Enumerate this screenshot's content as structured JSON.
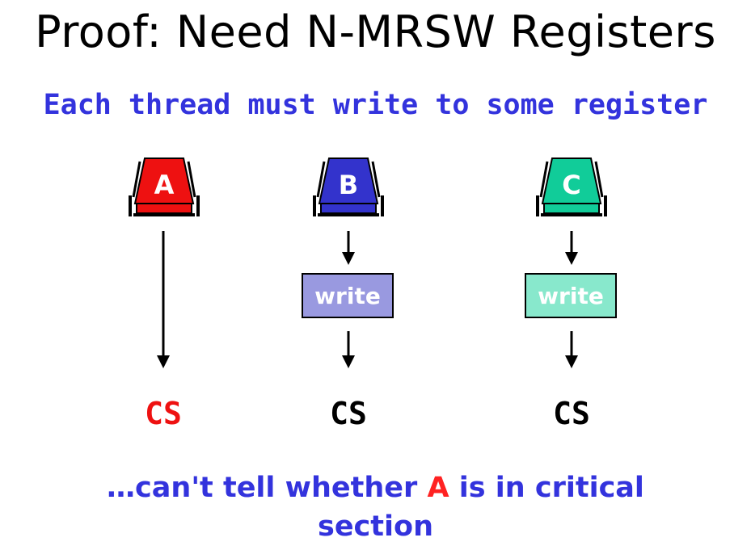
{
  "title": "Proof: Need N-MRSW Registers",
  "subtitle": "Each thread must write to some register",
  "threads": [
    {
      "label": "A",
      "color": "#ee1111",
      "has_write": false,
      "write_label": "",
      "cs_label": "CS",
      "cs_color": "#ee1111"
    },
    {
      "label": "B",
      "color": "#3333cc",
      "has_write": true,
      "write_label": "write",
      "write_fill": "#9999e0",
      "cs_label": "CS",
      "cs_color": "#000000"
    },
    {
      "label": "C",
      "color": "#11cc99",
      "has_write": true,
      "write_label": "write",
      "write_fill": "#88e8cc",
      "cs_label": "CS",
      "cs_color": "#000000"
    }
  ],
  "footer": {
    "before": "…can't tell whether ",
    "highlight": "A",
    "after": " is in critical",
    "line2": "section"
  },
  "colors": {
    "accent": "#3333dd",
    "highlight": "#ff2222"
  }
}
